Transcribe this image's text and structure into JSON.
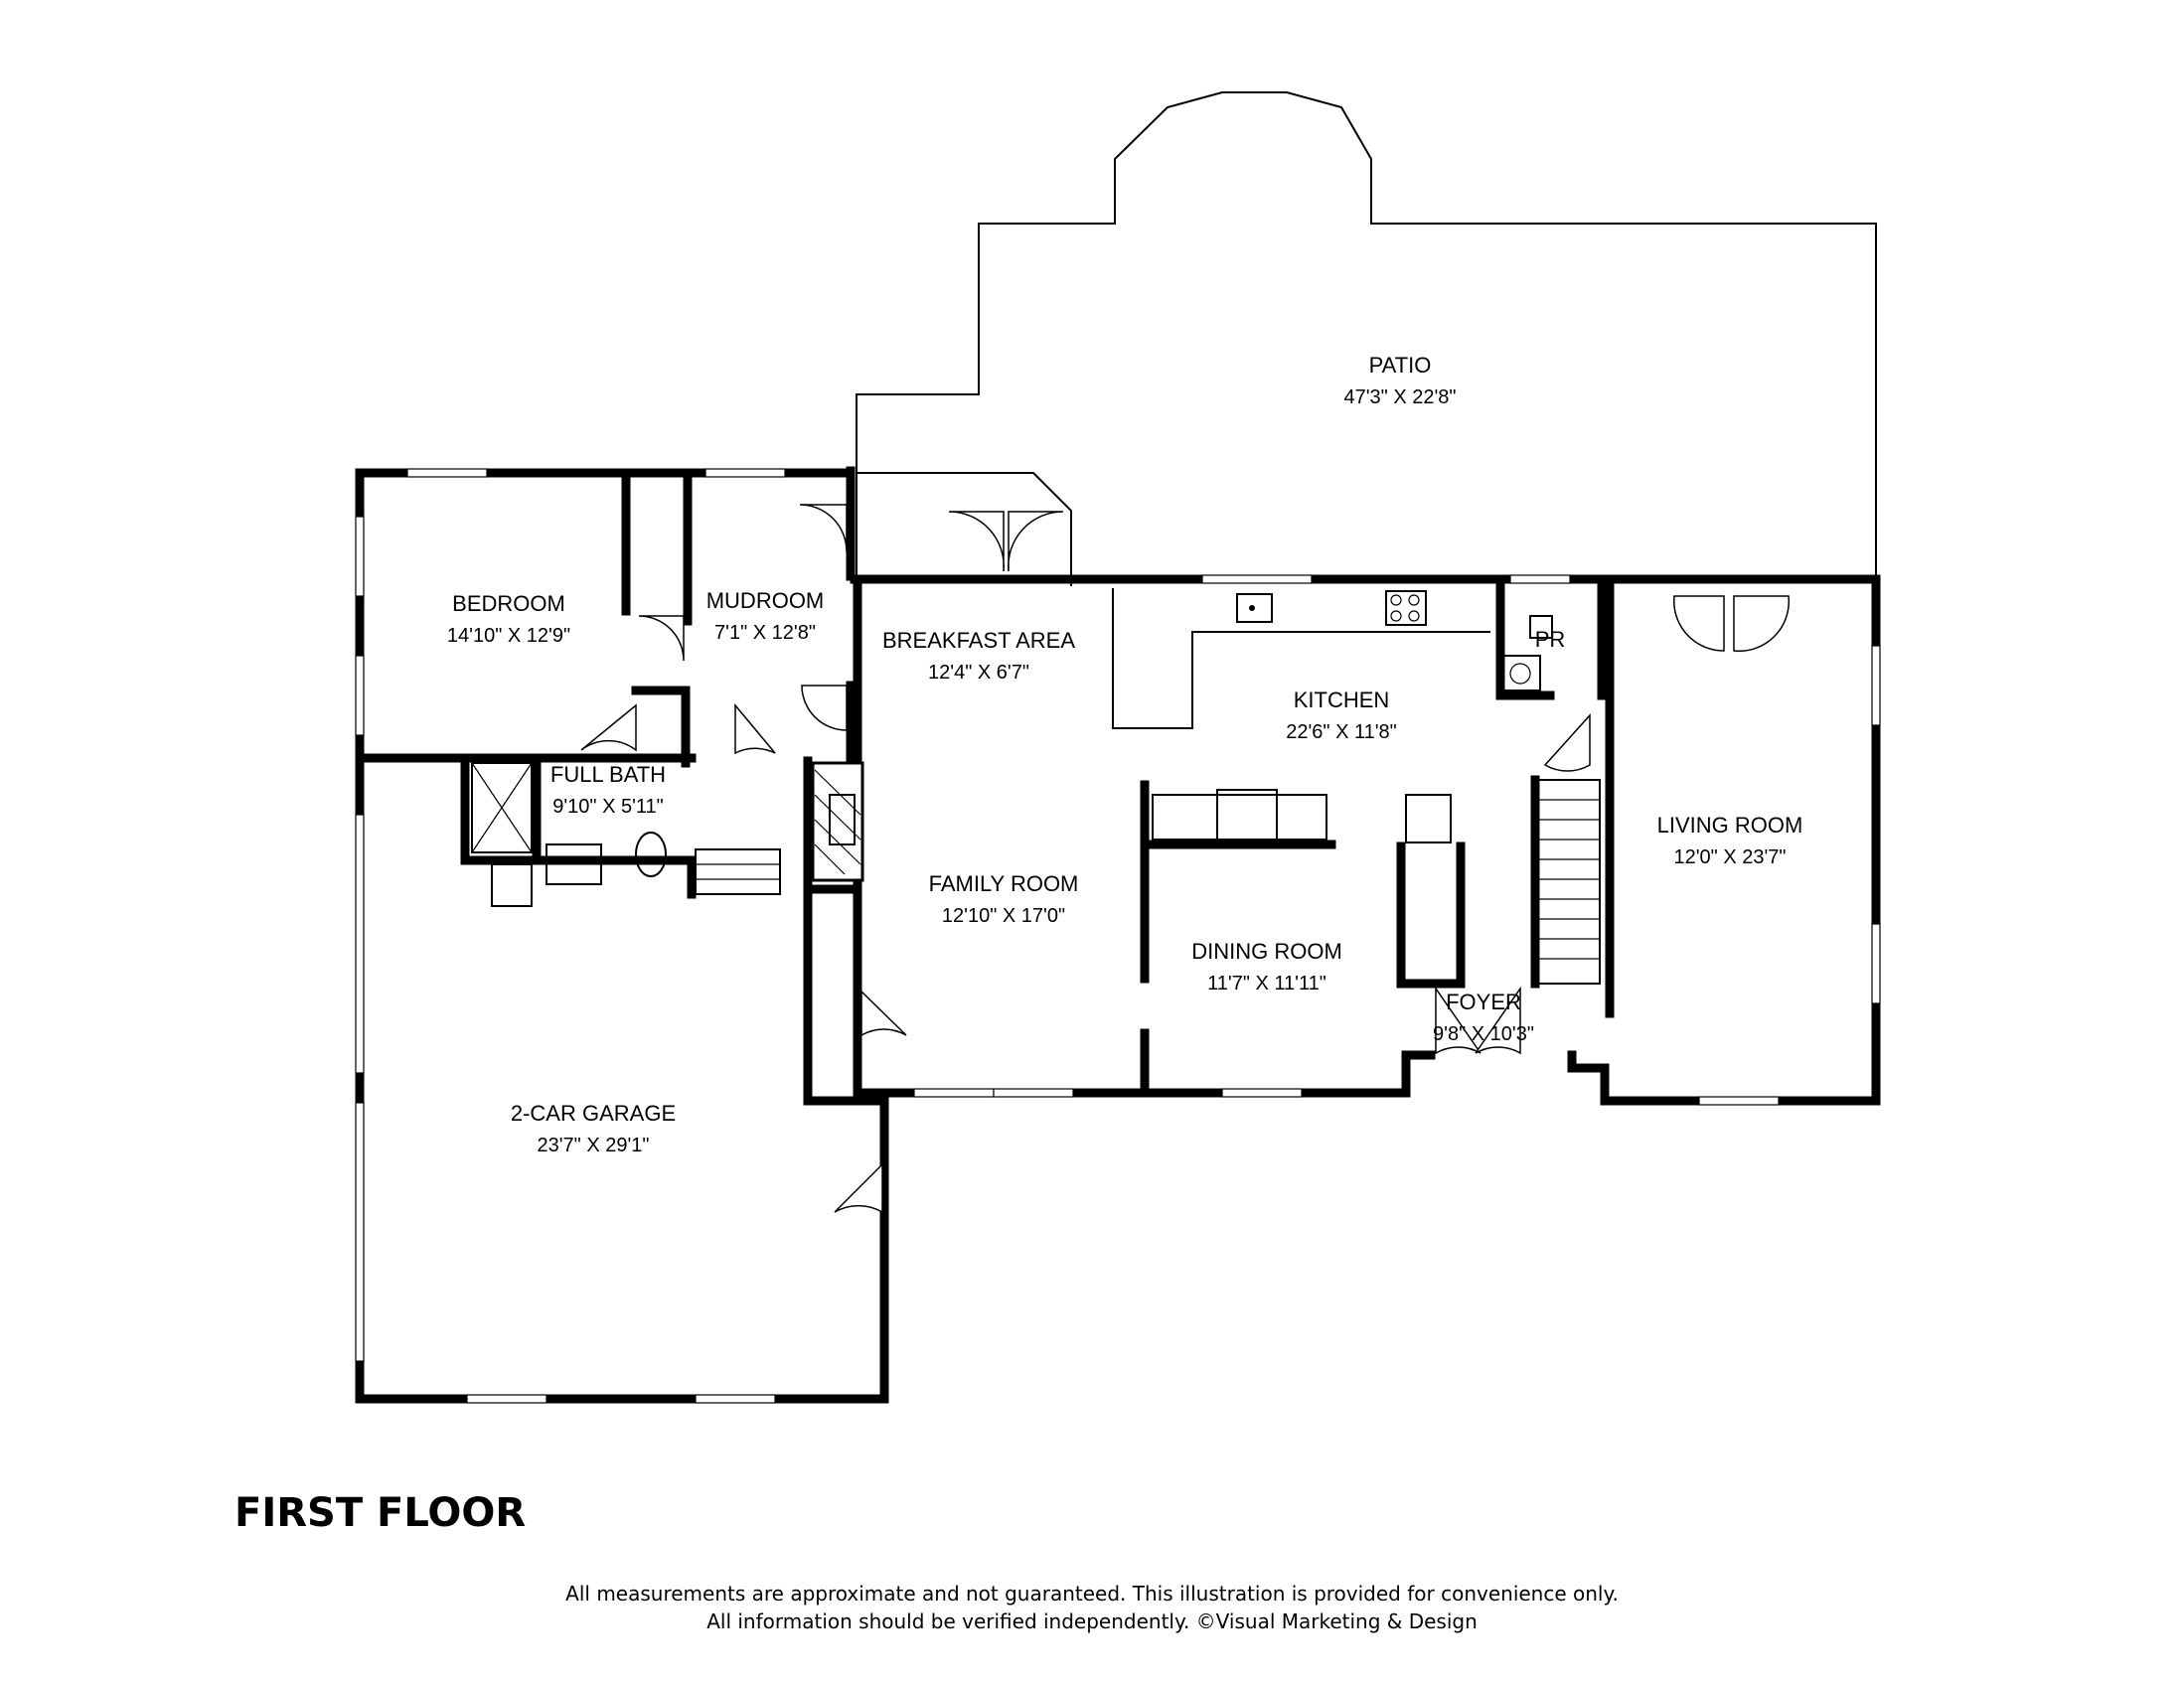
{
  "title": "FIRST FLOOR",
  "disclaimer": {
    "line1": "All measurements are approximate and not guaranteed. This illustration is provided for convenience only.",
    "line2": "All information should be verified independently. ©Visual Marketing & Design"
  },
  "rooms": {
    "patio": {
      "name": "PATIO",
      "dims": "47'3\" X 22'8\""
    },
    "bedroom": {
      "name": "BEDROOM",
      "dims": "14'10\" X 12'9\""
    },
    "mudroom": {
      "name": "MUDROOM",
      "dims": "7'1\" X 12'8\""
    },
    "breakfast": {
      "name": "BREAKFAST AREA",
      "dims": "12'4\" X 6'7\""
    },
    "kitchen": {
      "name": "KITCHEN",
      "dims": "22'6\" X 11'8\""
    },
    "pr": {
      "name": "PR"
    },
    "full_bath": {
      "name": "FULL BATH",
      "dims": "9'10\" X 5'11\""
    },
    "family": {
      "name": "FAMILY ROOM",
      "dims": "12'10\" X 17'0\""
    },
    "living": {
      "name": "LIVING ROOM",
      "dims": "12'0\" X 23'7\""
    },
    "dining": {
      "name": "DINING ROOM",
      "dims": "11'7\" X 11'11\""
    },
    "foyer": {
      "name": "FOYER",
      "dims": "9'8\" X 10'3\""
    },
    "garage": {
      "name": "2-CAR GARAGE",
      "dims": "23'7\" X 29'1\""
    }
  }
}
